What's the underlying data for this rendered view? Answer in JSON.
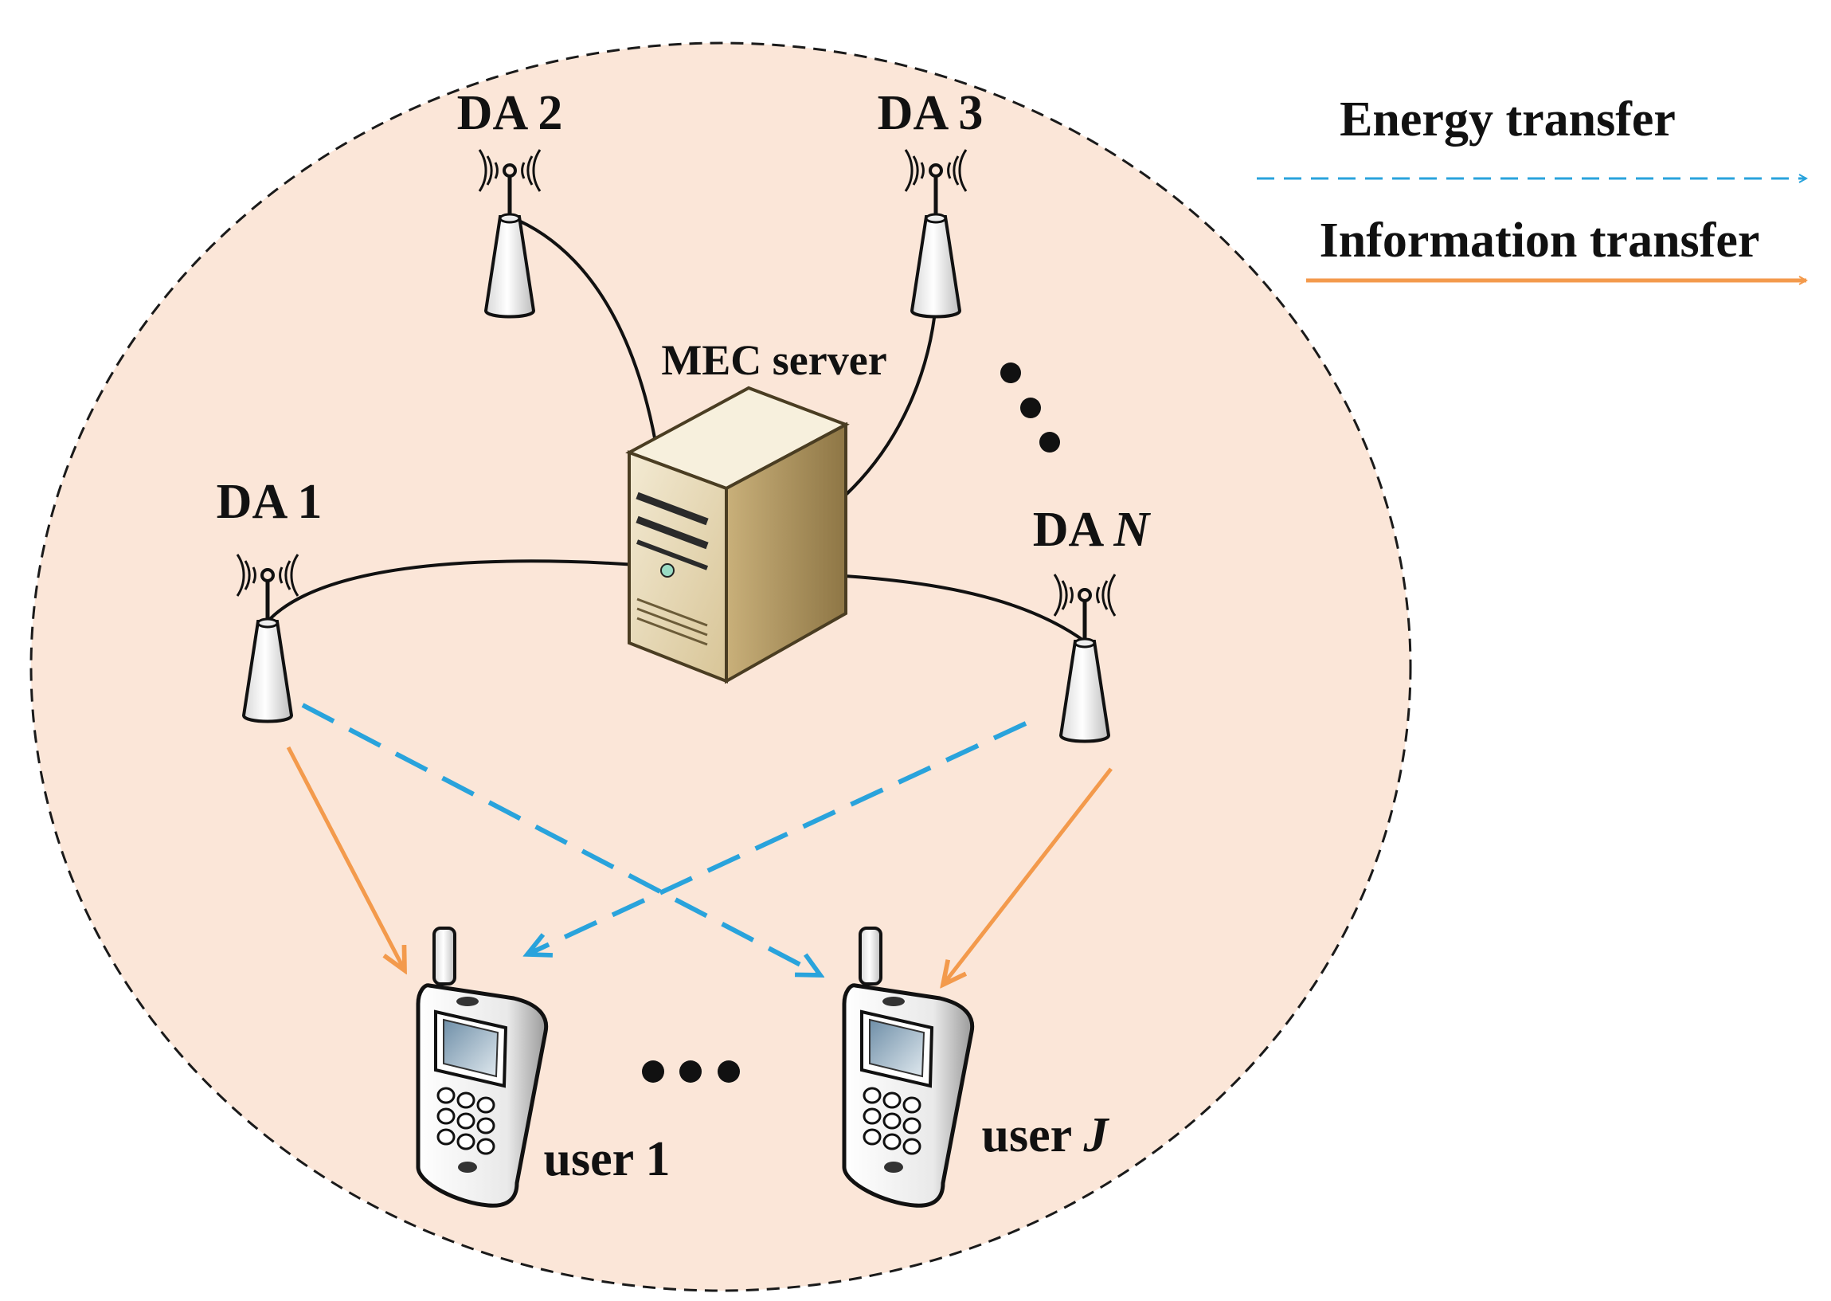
{
  "legend": {
    "energy": {
      "label": "Energy transfer",
      "color": "#29a3dc"
    },
    "information": {
      "label": "Information transfer",
      "color": "#f39a4c"
    }
  },
  "server": {
    "label": "MEC server"
  },
  "antennas": {
    "da1": {
      "prefix": "DA",
      "index": "1"
    },
    "da2": {
      "prefix": "DA",
      "index": "2"
    },
    "da3": {
      "prefix": "DA",
      "index": "3"
    },
    "daN": {
      "prefix": "DA",
      "index": "N"
    }
  },
  "users": {
    "user1": {
      "prefix": "user",
      "index": "1"
    },
    "userJ": {
      "prefix": "user",
      "index": "J"
    }
  },
  "colors": {
    "cell_fill": "#fbe6d8",
    "cell_border": "#1a1a1a",
    "server_body": "#e6d7b5",
    "server_side": "#b89f6c"
  }
}
